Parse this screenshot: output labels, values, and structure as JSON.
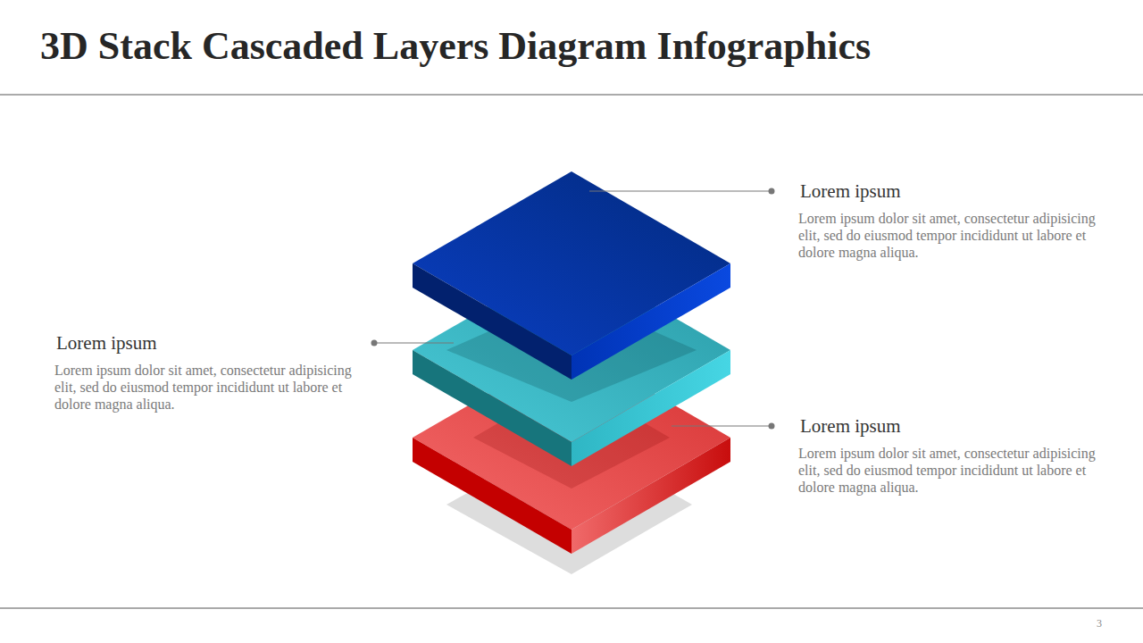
{
  "diagram": {
    "title": "3D Stack Cascaded Layers Diagram Infographics",
    "labels": [
      "Lorem ipsum",
      "Lorem ipsum dolor sit amet, consectetur adipisicing elit, sed do eiusmod tempor incididunt ut labore et dolore magna aliqua.",
      "Lorem ipsum",
      "Lorem ipsum dolor sit amet, consectetur adipisicing elit, sed do eiusmod tempor incididunt ut labore et dolore magna aliqua.",
      "Lorem ipsum",
      "Lorem ipsum dolor sit amet, consectetur adipisicing elit, sed do eiusmod tempor incididunt ut labore et dolore magna aliqua.",
      "3"
    ]
  }
}
